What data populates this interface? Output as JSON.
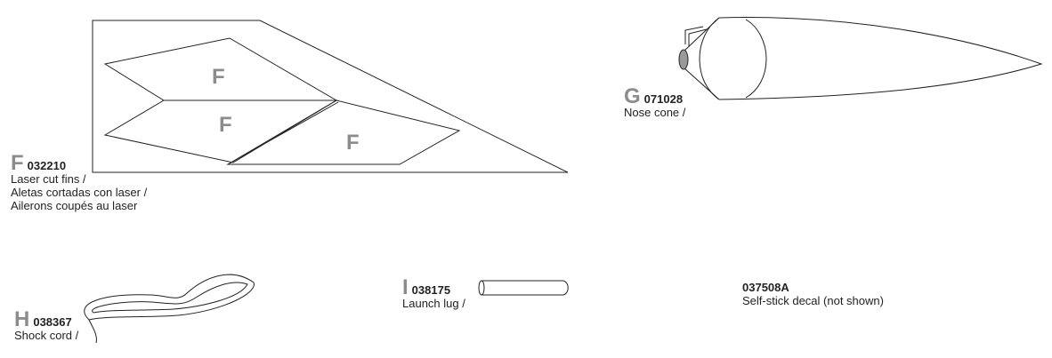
{
  "fin_sheet": {
    "fin_labels": [
      "F",
      "F",
      "F"
    ]
  },
  "parts": {
    "fins": {
      "letter": "F",
      "code": "032210",
      "lines": [
        "Laser cut fins /",
        "Aletas cortadas con laser /",
        "Ailerons coupés au laser"
      ]
    },
    "nose_cone": {
      "letter": "G",
      "code": "071028",
      "lines": [
        "Nose cone /"
      ]
    },
    "shock_cord": {
      "letter": "H",
      "code": "038367",
      "lines": [
        "Shock cord /"
      ]
    },
    "launch_lug": {
      "letter": "I",
      "code": "038175",
      "lines": [
        "Launch lug /"
      ]
    },
    "decal": {
      "code": "037508A",
      "lines": [
        "Self-stick decal (not shown)"
      ]
    }
  }
}
